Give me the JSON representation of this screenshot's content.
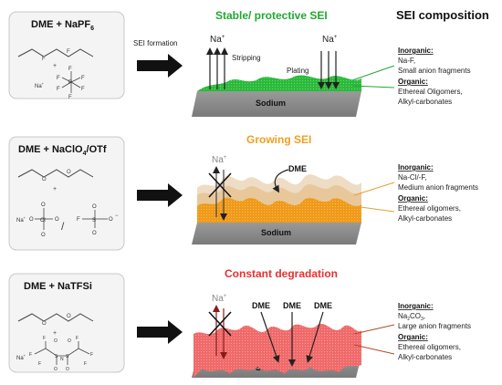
{
  "header": {
    "sei_composition_title": "SEI composition"
  },
  "panels": [
    {
      "electrolyte_label": "DME + NaPF",
      "electrolyte_sub": "6",
      "process_label": "SEI formation",
      "title": "Stable/ protective SEI",
      "title_color": "#22a832",
      "sodium_label": "Sodium",
      "ion_left": "Na",
      "ion_right": "Na",
      "ion_sup": "+",
      "stripping_label": "Stripping",
      "plating_label": "Plating",
      "composition": {
        "inorganic_heading": "Inorganic:",
        "inorganic_lines": [
          "Na-F,",
          "Small anion fragments"
        ],
        "organic_heading": "Organic:",
        "organic_lines": [
          "Ethereal Oligomers,",
          "Alkyl-carbonates"
        ]
      },
      "molecule": {
        "cation": "Na",
        "cation_sup": "+",
        "plus": "+",
        "atoms": [
          "F",
          "F",
          "F",
          "F",
          "F",
          "F",
          "P"
        ]
      }
    },
    {
      "electrolyte_label": "DME + NaClO",
      "electrolyte_sub": "4",
      "electrolyte_suffix": "/OTf",
      "title": "Growing SEI",
      "title_color": "#f0a020",
      "sodium_label": "Sodium",
      "ion_left": "Na",
      "ion_sup": "+",
      "solvent_label": "DME",
      "composition": {
        "inorganic_heading": "Inorganic:",
        "inorganic_lines": [
          "Na-Cl/-F,",
          "Medium anion fragments"
        ],
        "organic_heading": "Organic:",
        "organic_lines": [
          "Ethereal oligomers,",
          "Alkyl-carbonates"
        ]
      },
      "molecule": {
        "cation": "Na",
        "cation_sup": "+",
        "plus": "+",
        "separator": "/",
        "atoms": [
          "O",
          "O",
          "O",
          "Cl",
          "O",
          "F",
          "F",
          "F",
          "O",
          "O",
          "S",
          "O"
        ],
        "anion_charge": "−"
      }
    },
    {
      "electrolyte_label": "DME + NaTFSi",
      "title": "Constant degradation",
      "title_color": "#e83030",
      "sodium_label": "Sodium",
      "ion_left": "Na",
      "ion_sup": "+",
      "solvent_labels": [
        "DME",
        "DME",
        "DME"
      ],
      "composition": {
        "inorganic_heading": "Inorganic:",
        "inorganic_lines": [
          "Na",
          "Large anion fragments"
        ],
        "inorganic_formula_sub": "2",
        "inorganic_formula_tail": "CO",
        "inorganic_formula_sub2": "3",
        "inorganic_formula_end": ",",
        "organic_heading": "Organic:",
        "organic_lines": [
          "Ethereal oligomers,",
          "Alkyl-carbonates"
        ]
      },
      "molecule": {
        "cation": "Na",
        "cation_sup": "+",
        "plus": "+",
        "atoms": [
          "F",
          "F",
          "F",
          "O",
          "O",
          "N",
          "O",
          "O",
          "F",
          "F",
          "F",
          "S",
          "S"
        ]
      }
    }
  ]
}
